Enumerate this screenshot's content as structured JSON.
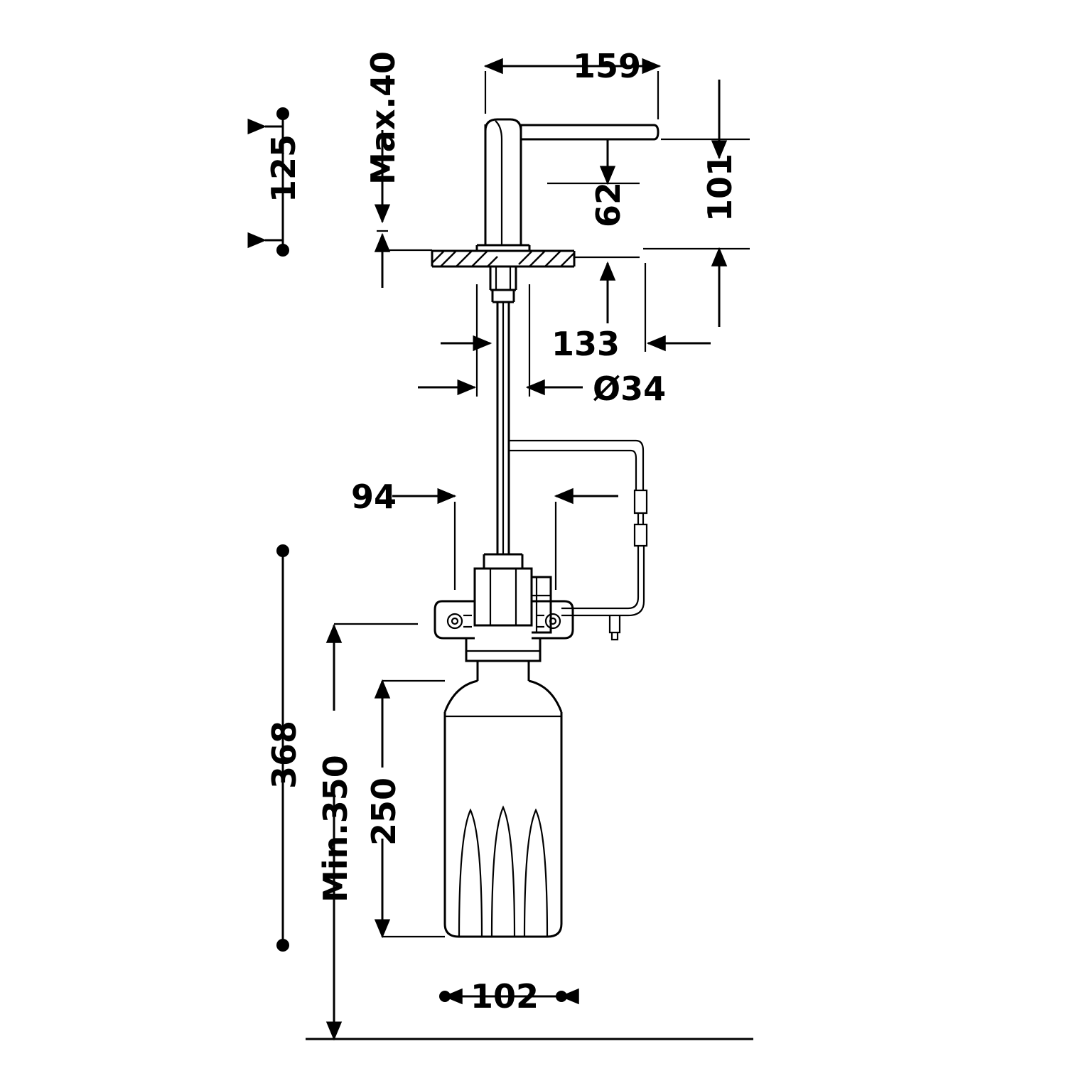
{
  "drawing": {
    "title": "Soap dispenser technical dimension drawing",
    "units": "mm",
    "line_color": "#000000",
    "background_color": "#ffffff"
  },
  "dimensions": {
    "width_top": "159",
    "height_left_top": "125",
    "max_thickness": "Max.40",
    "spout_height": "62",
    "reach": "101",
    "depth": "133",
    "bore_diameter": "Ø34",
    "bracket_offset": "94",
    "total_height": "368",
    "min_height": "Min.350",
    "bottle_height": "250",
    "bottle_width": "102"
  },
  "labels": [
    {
      "id": "dim-159",
      "text": "159"
    },
    {
      "id": "dim-125",
      "text": "125"
    },
    {
      "id": "dim-max40",
      "text": "Max.40"
    },
    {
      "id": "dim-62",
      "text": "62"
    },
    {
      "id": "dim-101",
      "text": "101"
    },
    {
      "id": "dim-133",
      "text": "133"
    },
    {
      "id": "dim-d34",
      "text": "Ø34"
    },
    {
      "id": "dim-94",
      "text": "94"
    },
    {
      "id": "dim-368",
      "text": "368"
    },
    {
      "id": "dim-min350",
      "text": "Min.350"
    },
    {
      "id": "dim-250",
      "text": "250"
    },
    {
      "id": "dim-102",
      "text": "102"
    }
  ]
}
